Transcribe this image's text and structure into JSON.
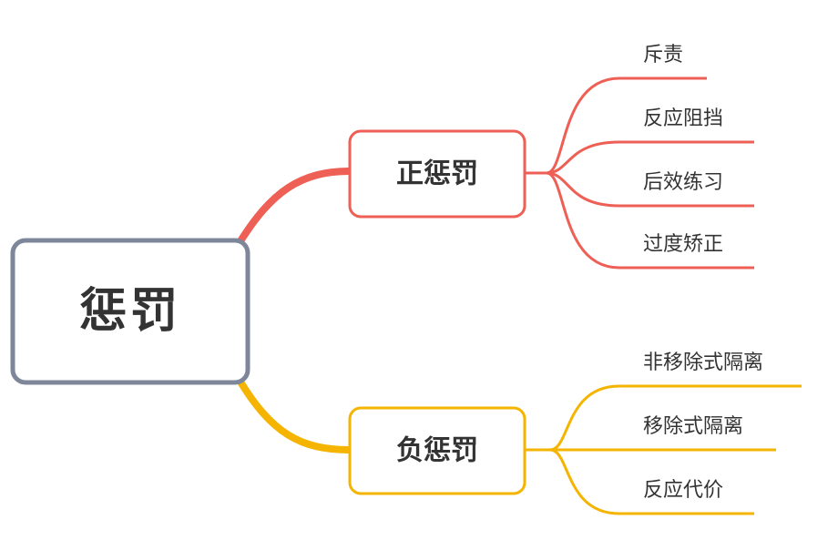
{
  "mindmap": {
    "root": {
      "label": "惩罚",
      "border_color": "#7d8799"
    },
    "branches": [
      {
        "label": "正惩罚",
        "color": "#ee5f55",
        "leaves": [
          {
            "label": "斥责"
          },
          {
            "label": "反应阻挡"
          },
          {
            "label": "后效练习"
          },
          {
            "label": "过度矫正"
          }
        ]
      },
      {
        "label": "负惩罚",
        "color": "#f4b400",
        "leaves": [
          {
            "label": "非移除式隔离"
          },
          {
            "label": "移除式隔离"
          },
          {
            "label": "反应代价"
          }
        ]
      }
    ]
  }
}
